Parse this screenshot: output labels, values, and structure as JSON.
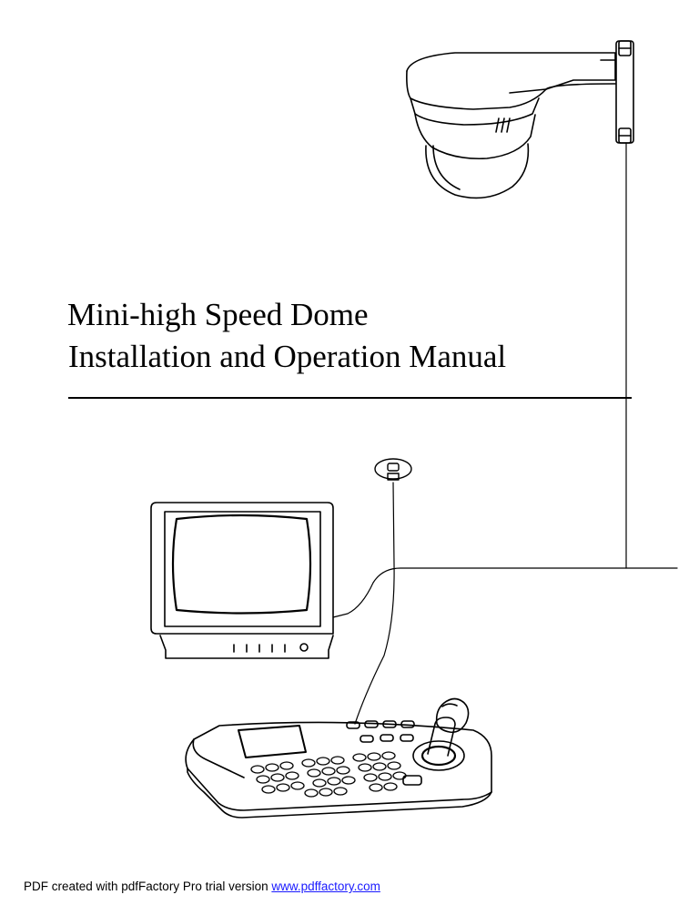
{
  "document": {
    "title_line_1": "Mini-high Speed Dome",
    "title_line_2": "Installation and Operation Manual"
  },
  "footer": {
    "prefix": "PDF created with pdfFactory Pro trial version ",
    "link_text": "www.pdffactory.com"
  }
}
